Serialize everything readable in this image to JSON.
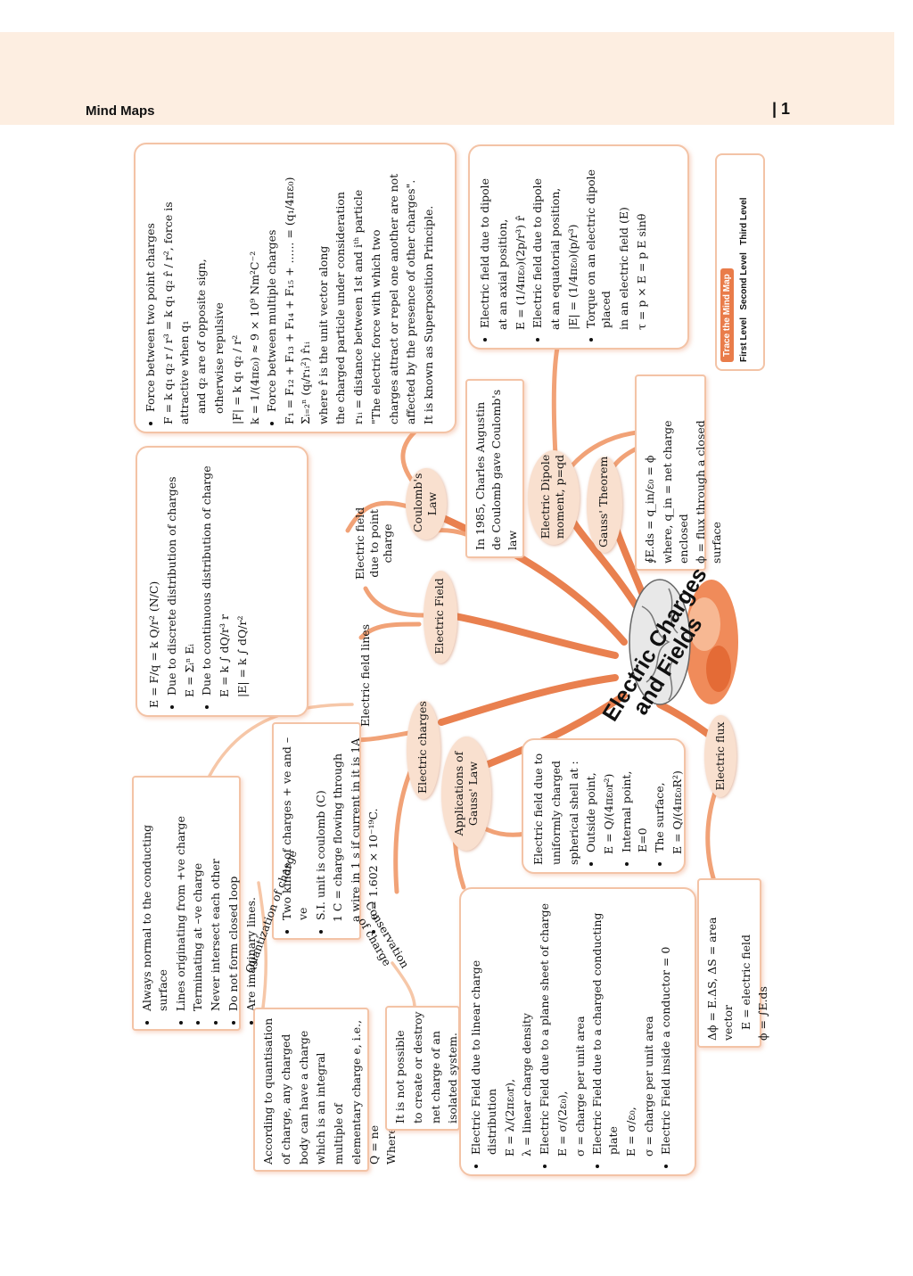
{
  "header": {
    "title": "Mind Maps",
    "page": "| 1"
  },
  "center": {
    "line1": "Electric Charges",
    "line2": "and Fields"
  },
  "legend": {
    "title": "Trace the Mind Map",
    "first": "First Level",
    "second": "Second Level",
    "third": "Third Level"
  },
  "bubbles": {
    "coulombs_law": "Coulomb's\nLaw",
    "electric_field": "Electric Field",
    "electric_charges": "Electric charges",
    "applications": "Applications of\nGauss' Law",
    "electric_dipole": "Electric Dipole\nmoment, p=qd",
    "gauss_theorem": "Gauss' Theorem",
    "electric_flux": "Electric flux"
  },
  "labels": {
    "field_point_charge": "Electric field\ndue to point\ncharge",
    "field_lines": "Electric field lines",
    "quantization": "Quantization of charge",
    "conservation": "Conservation\nof charge"
  },
  "coulomb_box": {
    "b1": "Force between two point charges",
    "f1": "F = k q₁ q₂ r / r³ = k q₁ q₂ r̂ / r², force is attractive when q₁",
    "f1b": "and q₂ are of opposite sign,",
    "f1c": "otherwise repulsive",
    "f2": "|F| = k q₁ q₂ / r²",
    "f3": "k = 1/(4πε₀) ≈ 9 × 10⁹ Nm²C⁻²",
    "b2": "Force between multiple charges",
    "f4": "F₁ = F₁₂ + F₁₃ + F₁₄ + F₁₅ + ...... = (q₁/4πε₀) Σᵢ₌₂ⁿ (qᵢ/r₁ᵢ²) r̂₁ᵢ",
    "t1": "where r̂ is the unit vector along",
    "t2": "the charged particle under consideration",
    "t3": "r₁ᵢ = distance between 1st and iᵗʰ particle",
    "t4": "\"The electric force with which two",
    "t5": "charges attract or repel one another are not",
    "t6": "affected by the presence of other charges\".",
    "t7": "It is known as Superposition Principle."
  },
  "dipole_box": {
    "b1": "Electric field due to dipole",
    "b1b": "at an axial position,",
    "f1": "E = (1/4πε₀)(2p/r³) r̂",
    "b2": "Electric field due to dipole",
    "b2b": "at an equatorial position,",
    "f2": "|E| = (1/4πε₀)(p/r³)",
    "b3": "Torque on an electric dipole placed",
    "b3b": "in an electric field (E)",
    "f3": "τ = p × E = p E sinθ"
  },
  "coulomb_history": "In 1985, Charles Augustin de Coulomb gave Coulomb's law",
  "field_box": {
    "f1": "E = F/q = k Q/r² (N/C)",
    "b1": "Due to discrete distribution of charges",
    "f2": "E = Σᵢⁿ Eᵢ",
    "b2": "Due to continuous distribution of charge",
    "f3": "E = k ∫ dQ/r³ r",
    "f4": "|E| = k ∫ dQ/r²"
  },
  "gauss_box": {
    "f1": "∮E.ds = q_in/ε₀ = ϕ",
    "t1": "where, q_in = net charge enclosed",
    "t2": "ϕ = flux through a closed surface"
  },
  "lines_box": {
    "items": [
      "Always normal to the conducting surface",
      "Lines originating from +ve charge",
      "Terminating at –ve charge",
      "Never intersect each other",
      "Do not form closed loop",
      "Are imaginary lines."
    ]
  },
  "charges_box": {
    "i1": "Two kinds of charges + ve and – ve",
    "i2": "S.I. unit is coulomb (C)",
    "i2b": "1 C = charge flowing through",
    "i2c": "a wire in 1 s if current in it is 1A",
    "i3": "e = 1.602 × 10⁻¹⁹C."
  },
  "shell_box": {
    "t1": "Electric field due to",
    "t2": "uniformly charged",
    "t3": "spherical shell at :",
    "i1": "Outside point,",
    "f1": "E = Q/(4πε₀r²)",
    "i2": "Internal point, E=0",
    "i3": "The surface,",
    "f3": "E = Q/(4πε₀R²)"
  },
  "quant_box": {
    "lines": [
      "According to quantisation",
      "of charge, any charged",
      "body can have a charge",
      "which is an integral",
      "multiple of",
      "elementary charge e, i.e.,",
      "Q = ne",
      "Where n is an integer"
    ]
  },
  "conserv_box": {
    "lines": [
      "It is not possible",
      "to create or destroy",
      "net charge of an",
      "isolated system."
    ]
  },
  "apps_box": {
    "i1": "Electric Field due to linear charge distribution",
    "f1": "E = λ/(2πε₀r),",
    "t1": "λ = linear charge density",
    "i2": "Electric Field due to a plane sheet of charge",
    "f2": "E = σ/(2ε₀),",
    "t2": "σ = charge per unit area",
    "i3": "Electric Field due to a charged conducting plate",
    "f3": "E = σ/ε₀,",
    "t3": "σ = charge per unit area",
    "i4": "Electric Field inside a conductor = 0"
  },
  "flux_box": {
    "l1": "Δϕ = E.ΔS, ΔS = area vector",
    "l2": "E = electric field",
    "l3": "ϕ = ∫E.ds"
  }
}
